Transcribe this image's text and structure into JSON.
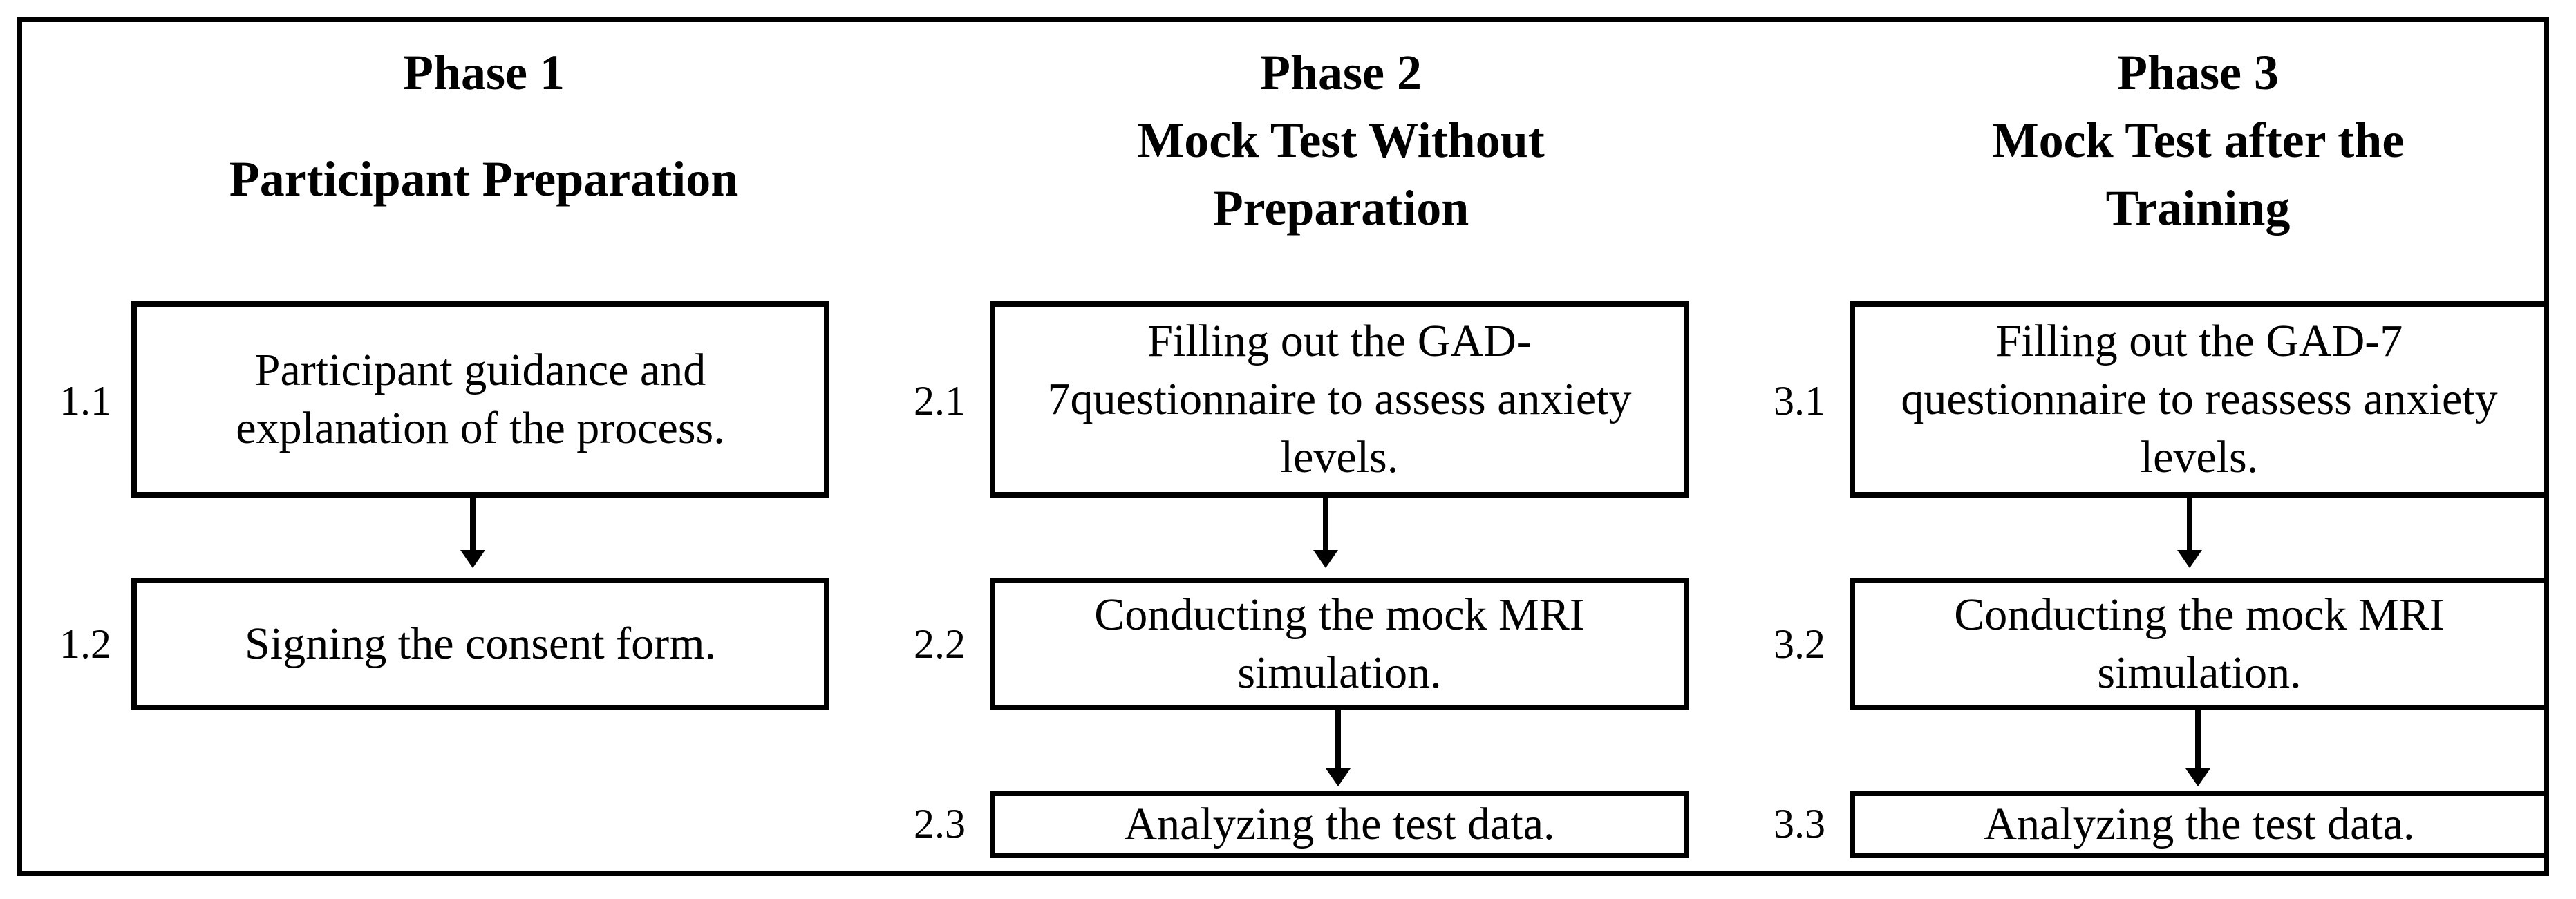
{
  "phases": [
    {
      "title": "Phase 1",
      "subtitle": "Participant Preparation",
      "steps": [
        {
          "num": "1.1",
          "text": "Participant guidance and\nexplanation of the process."
        },
        {
          "num": "1.2",
          "text": "Signing the consent form."
        }
      ]
    },
    {
      "title": "Phase 2",
      "subtitle": "Mock Test Without\nPreparation",
      "steps": [
        {
          "num": "2.1",
          "text": "Filling out the GAD-\n7questionnaire to assess anxiety\nlevels."
        },
        {
          "num": "2.2",
          "text": "Conducting the mock MRI\nsimulation."
        },
        {
          "num": "2.3",
          "text": "Analyzing the test data."
        }
      ]
    },
    {
      "title": "Phase 3",
      "subtitle": "Mock Test after the\nTraining",
      "steps": [
        {
          "num": "3.1",
          "text": "Filling out the GAD-7\nquestionnaire to reassess anxiety\nlevels."
        },
        {
          "num": "3.2",
          "text": "Conducting the mock MRI\nsimulation."
        },
        {
          "num": "3.3",
          "text": "Analyzing the test data."
        }
      ]
    }
  ]
}
